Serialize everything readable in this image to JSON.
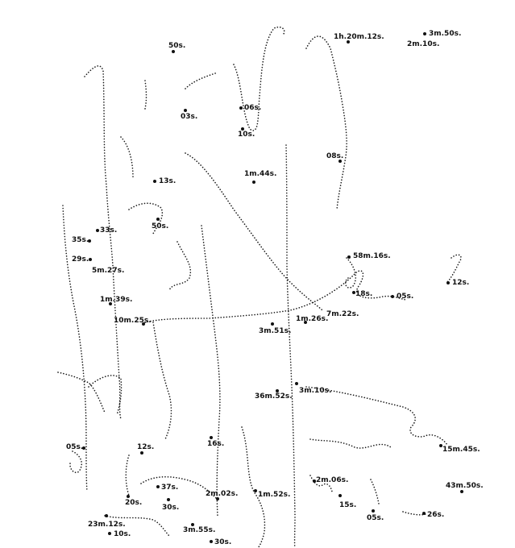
{
  "labels": [
    "50s.",
    "1h.20m.12s.",
    "3m.50s.",
    "2m.10s.",
    "03s.",
    "06s.",
    "10s.",
    "08s.",
    "13s.",
    "1m.44s.",
    "50s.",
    "33s.",
    "35s.",
    "29s.",
    "5m.27s.",
    "58m.16s.",
    "18s.",
    "12s.",
    "05s.",
    "1m.39s.",
    "10m.25s.",
    "7m.22s.",
    "1m.26s.",
    "3m.51s.",
    "3m.10s.",
    "36m.52s.",
    "05s.",
    "12s.",
    "16s.",
    "15m.45s.",
    "2m.06s.",
    "43m.50s.",
    "37s.",
    "2m.02s.",
    "1m.52s.",
    "20s.",
    "30s.",
    "15s.",
    "05s.",
    "26s.",
    "23m.12s.",
    "10s.",
    "3m.55s.",
    "30s."
  ]
}
